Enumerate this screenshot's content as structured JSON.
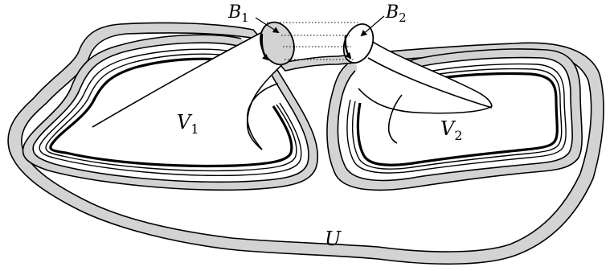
{
  "labels": {
    "U": {
      "main": "U",
      "sub": ""
    },
    "V1": {
      "main": "V",
      "sub": "1"
    },
    "V2": {
      "main": "V",
      "sub": "2"
    },
    "B1": {
      "main": "B",
      "sub": "1"
    },
    "B2": {
      "main": "B",
      "sub": "2"
    }
  },
  "colors": {
    "stroke": "#000000",
    "shade": "#d3d3d3",
    "background": "#ffffff"
  }
}
